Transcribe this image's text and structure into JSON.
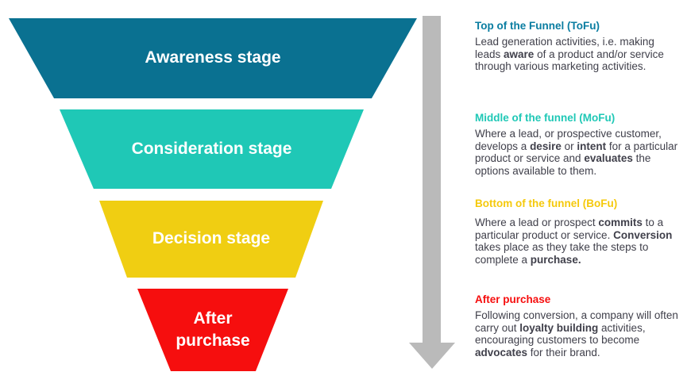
{
  "funnel": {
    "stages": [
      {
        "label": "Awareness stage",
        "color": "#0a7191"
      },
      {
        "label": "Consideration stage",
        "color": "#1fc8b6"
      },
      {
        "label": "Decision stage",
        "color": "#f0ce12"
      },
      {
        "label": "After purchase",
        "color": "#f60e0e"
      }
    ],
    "label_color": "#ffffff"
  },
  "arrow": {
    "direction": "down",
    "color": "#bababa"
  },
  "descriptions": [
    {
      "heading": "Top of the Funnel (ToFu)",
      "heading_color": "#0a7da1",
      "body": [
        {
          "t": "Lead generation activities, i.e. making leads "
        },
        {
          "t": "aware",
          "b": true
        },
        {
          "t": " of a product and/or service through various marketing activities."
        }
      ]
    },
    {
      "heading": "Middle of the funnel (MoFu)",
      "heading_color": "#1fc8b6",
      "body": [
        {
          "t": "Where a lead, or prospective customer, develops a "
        },
        {
          "t": "desire",
          "b": true
        },
        {
          "t": " or "
        },
        {
          "t": "intent",
          "b": true
        },
        {
          "t": " for a particular product or service and "
        },
        {
          "t": "evaluates",
          "b": true
        },
        {
          "t": " the options available to them."
        }
      ]
    },
    {
      "heading": "Bottom of the funnel (BoFu)",
      "heading_color": "#f5c90c",
      "body": [
        {
          "t": "Where a lead or prospect "
        },
        {
          "t": "commits",
          "b": true
        },
        {
          "t": " to a particular product or service. "
        },
        {
          "t": "Conversion",
          "b": true
        },
        {
          "t": " takes place as they take the steps to complete a "
        },
        {
          "t": "purchase.",
          "b": true
        }
      ]
    },
    {
      "heading": "After purchase",
      "heading_color": "#f60e0e",
      "body": [
        {
          "t": "Following conversion, a company will often carry out "
        },
        {
          "t": "loyalty building",
          "b": true
        },
        {
          "t": " activities, encouraging customers to become "
        },
        {
          "t": "advocates",
          "b": true
        },
        {
          "t": " for their brand."
        }
      ]
    }
  ],
  "body_text_color": "#40404b"
}
